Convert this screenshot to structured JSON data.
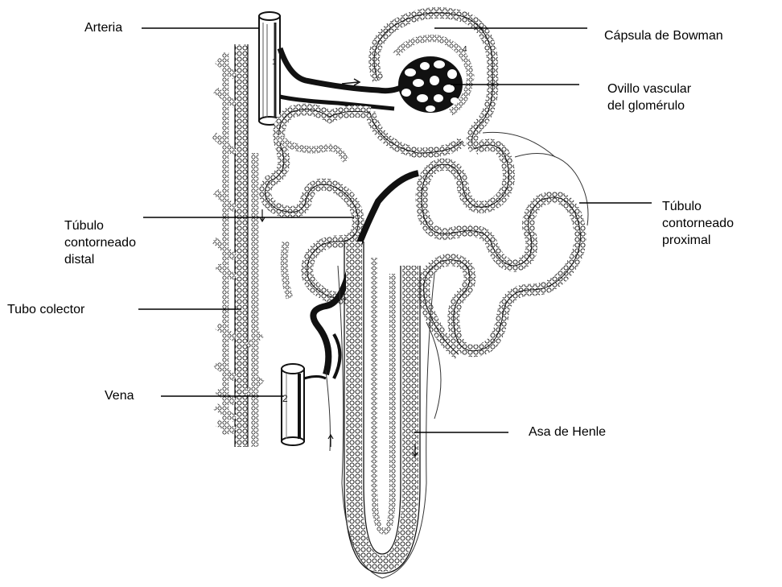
{
  "labels": {
    "arteria": "Arteria",
    "capsula": "Cápsula de Bowman",
    "ovillo_1": "Ovillo vascular",
    "ovillo_2": "del glomérulo",
    "distal_1": "Túbulo",
    "distal_2": "contorneado",
    "distal_3": "distal",
    "proximal_1": "Túbulo",
    "proximal_2": "contorneado",
    "proximal_3": "proximal",
    "colector": "Tubo colector",
    "vena": "Vena",
    "henle": "Asa de Henle"
  },
  "numbers": {
    "arteria": "1",
    "vena": "2",
    "capsula": "4"
  },
  "colors": {
    "ink": "#000000",
    "background": "#ffffff"
  }
}
